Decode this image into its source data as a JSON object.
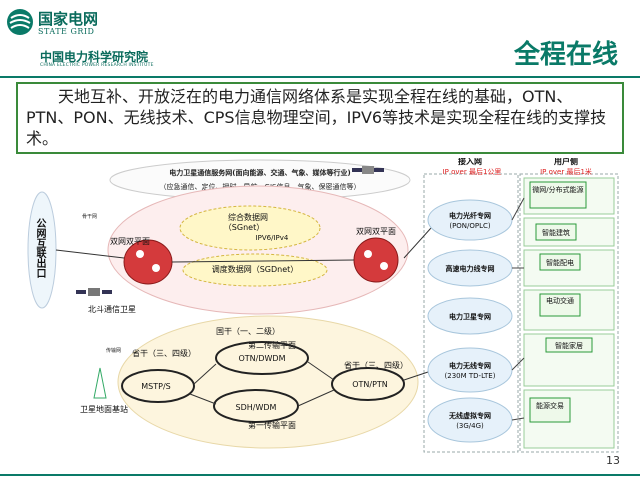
{
  "header": {
    "logo_cn": "国家电网",
    "logo_en": "STATE GRID",
    "inst_cn": "中国电力科学研究院",
    "inst_en": "CHINA ELECTRIC POWER RESEARCH INSTITUTE",
    "slide_title": "全程在线"
  },
  "intro_text": "天地互补、开放泛在的电力通信网络体系是实现全程在线的基础，OTN、PTN、PON、无线技术、CPS信息物理空间，IPV6等技术是实现全程在线的支撑技术。",
  "diagram": {
    "cloud_title": "电力卫星通信服务网(面向能源、交通、气象、媒体等行业)",
    "cloud_sub": "（应急通信、定位、授时、导航、GIS信息、气象、保密通信等）",
    "public_net": "公网互联出口",
    "backbone": "骨干网",
    "dual_plane_left": "双网双平面",
    "dual_plane_right": "双网双平面",
    "integrated_net": "综合数据网",
    "sgnet": "（SGnet）",
    "ipv6": "IPV6/IPv4",
    "dispatch_net": "调度数据网（SGDnet）",
    "beidou": "北斗通信卫星",
    "transport_net": "传输网",
    "trunk12": "国干（一、二级）",
    "second_plane": "第二传输平面",
    "otn_dwdm": "OTN/DWDM",
    "province_left": "省干（三、四级）",
    "province_right": "省干（三、四级）",
    "mstp": "MSTP/S",
    "otn_ptn": "OTN/PTN",
    "sdh_wdm": "SDH/WDM",
    "first_plane": "第一传输平面",
    "ground_station": "卫星地面基站",
    "access_header": "接入网",
    "access_sub": "IP over 最后1公里",
    "user_header": "用户侧",
    "user_sub": "IP over 最后1米",
    "access_nodes": [
      {
        "line1": "电力光纤专网",
        "line2": "(PON/OPLC)"
      },
      {
        "line1": "高速电力线专网",
        "line2": ""
      },
      {
        "line1": "电力卫星专网",
        "line2": ""
      },
      {
        "line1": "电力无线专网",
        "line2": "(230M TD-LTE)"
      },
      {
        "line1": "无线虚拟专网",
        "line2": "(3G/4G)"
      }
    ],
    "user_items": [
      "微网/分布式能源",
      "智能建筑",
      "智能配电",
      "电动交通",
      "智能家居",
      "能源交易"
    ]
  },
  "page_number": "13",
  "colors": {
    "brand": "#0a7a68",
    "box_border": "#3a8a3a",
    "red_node": "#c0282a"
  }
}
